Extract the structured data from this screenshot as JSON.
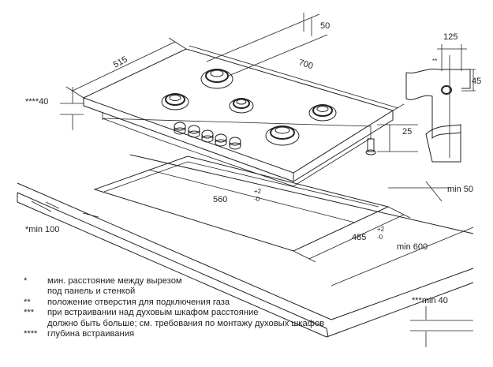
{
  "dimensions": {
    "d50_top": "50",
    "d515": "515",
    "d700": "700",
    "d125": "125",
    "star2": "**",
    "d45": "45",
    "d25": "25",
    "depth40": "****40",
    "min50": "min 50",
    "d560": "560",
    "d560_tol_plus": "+2",
    "d560_tol_minus": "-0",
    "d485": "485",
    "d485_tol_plus": "+2",
    "d485_tol_minus": "-0",
    "min100": "*min 100",
    "min600": "min 600",
    "min40": "***min 40"
  },
  "notes": [
    {
      "mark": "*",
      "lines": [
        "мин. расстояние между вырезом",
        "под панель и стенкой"
      ]
    },
    {
      "mark": "**",
      "lines": [
        "положение отверстия для подключения газа"
      ]
    },
    {
      "mark": "***",
      "lines": [
        "при встраивании над духовым шкафом расстояние",
        "должно быть больше; см. требования по монтажу духовых шкафов"
      ]
    },
    {
      "mark": "****",
      "lines": [
        "глубина встраивания"
      ]
    }
  ]
}
